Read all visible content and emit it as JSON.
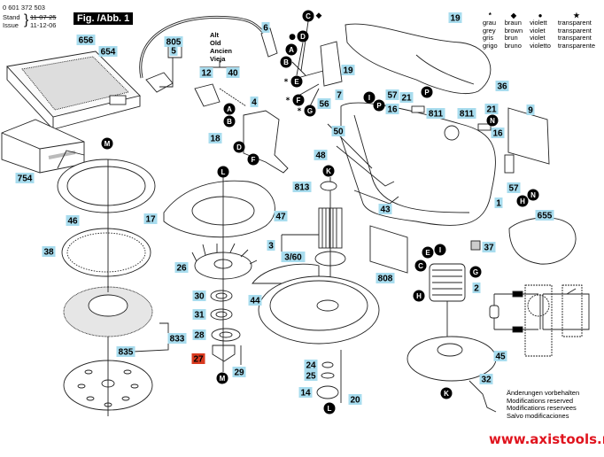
{
  "header": {
    "doc_number": "0 601 372 503",
    "stand_label": "Stand",
    "issue_label": "Issue",
    "stand_date": "11-07-25",
    "issue_date": "11-12-06",
    "figure_label": "Fig. /Abb. 1"
  },
  "legend": [
    {
      "symbol": "*",
      "names": [
        "grau",
        "grey",
        "gris",
        "grigo"
      ]
    },
    {
      "symbol": "◆",
      "names": [
        "braun",
        "brown",
        "brun",
        "bruno"
      ]
    },
    {
      "symbol": "●",
      "names": [
        "violett",
        "violet",
        "violet",
        "violetto"
      ]
    },
    {
      "symbol": "★",
      "names": [
        "transparent",
        "transparent",
        "transparent",
        "transparente"
      ]
    }
  ],
  "alt_note": [
    "Alt",
    "Old",
    "Ancien",
    "Vieja"
  ],
  "part_labels": [
    "656",
    "654",
    "805",
    "5",
    "12",
    "40",
    "6",
    "4",
    "18",
    "754",
    "46",
    "17",
    "47",
    "38",
    "26",
    "30",
    "31",
    "28",
    "27",
    "29",
    "833",
    "835",
    "44",
    "19",
    "36",
    "19",
    "7",
    "56",
    "57",
    "21",
    "16",
    "811",
    "811",
    "21",
    "16",
    "9",
    "50",
    "48",
    "813",
    "43",
    "1",
    "655",
    "57",
    "3",
    "3/60",
    "808",
    "37",
    "2",
    "45",
    "24",
    "25",
    "14",
    "20",
    "32"
  ],
  "letter_markers": [
    "C",
    "D",
    "A",
    "B",
    "E",
    "F",
    "G",
    "I",
    "P",
    "P",
    "N",
    "H",
    "N",
    "A",
    "B",
    "D",
    "F",
    "M",
    "L",
    "K",
    "M",
    "L",
    "K",
    "E",
    "I",
    "C",
    "G",
    "H"
  ],
  "marker_symbols": [
    "◆",
    "●",
    "*",
    "*",
    "*"
  ],
  "footer_notes": [
    "Änderungen vorbehalten",
    "Modifications reserved",
    "Modifications reservees",
    "Salvo modificaciones"
  ],
  "website": "www.axistools.ru",
  "colors": {
    "label_fill": "#a8dcee",
    "highlight_label_fill": "#d9391f",
    "marker_fill": "#000000",
    "website": "#e0141e"
  },
  "highlighted_part": "27"
}
